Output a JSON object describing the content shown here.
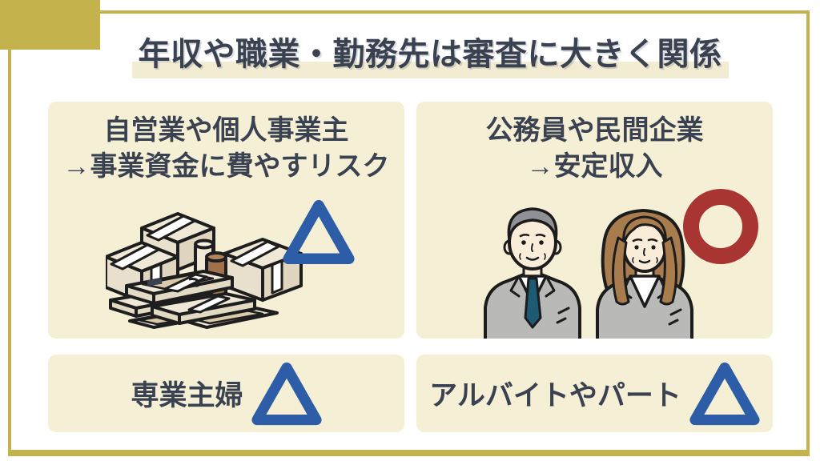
{
  "slide": {
    "title": "年収や職業・勤務先は審査に大きく関係"
  },
  "cards": [
    {
      "id": "self-employed",
      "heading_line1": "自営業や個人事業主",
      "heading_line2": "→事業資金に費やすリスク",
      "mark": "triangle",
      "illustration": "money-bundles"
    },
    {
      "id": "stable-employment",
      "heading_line1": "公務員や民間企業",
      "heading_line2": "→安定収入",
      "mark": "circle",
      "illustration": "office-workers"
    },
    {
      "id": "housewife",
      "label": "専業主婦",
      "mark": "triangle"
    },
    {
      "id": "part-time",
      "label": "アルバイトやパート",
      "mark": "triangle"
    }
  ],
  "colors": {
    "accent_gold": "#c4b24c",
    "card_bg": "#f5f0d5",
    "title_highlight": "#f2edd2",
    "text": "#3a4150",
    "triangle_blue": "#2e5da7",
    "circle_red": "#a83531",
    "suit_gray": "#b9b9b7",
    "hair_gray": "#8f9194",
    "hair_brown": "#a97c4e",
    "skin": "#f9ecd8",
    "tie_teal": "#1d5a74",
    "carton_cream": "#efe8d6",
    "band_tan": "#d9cbaa",
    "roll_brown": "#a0714a",
    "outline": "#1e1e1e"
  }
}
